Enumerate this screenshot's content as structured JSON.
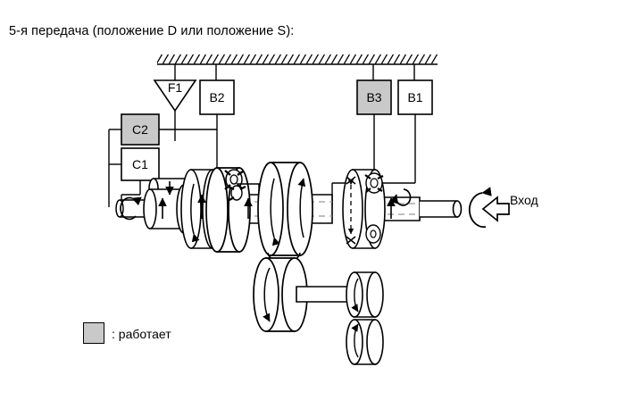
{
  "title": "5-я передача (положение D или положение S):",
  "legend": {
    "swatch_color": "#c9c9c9",
    "label": ": работает"
  },
  "input": {
    "label": "Вход",
    "arrow": "hollow-left-arrow",
    "rotation_marker": "curved-arrow"
  },
  "elements": {
    "f1": {
      "label": "F1",
      "shape": "triangle",
      "active": false,
      "fill": "#ffffff"
    },
    "b2": {
      "label": "B2",
      "shape": "box",
      "active": false,
      "fill": "#ffffff"
    },
    "b3": {
      "label": "B3",
      "shape": "box",
      "active": true,
      "fill": "#c9c9c9"
    },
    "b1": {
      "label": "B1",
      "shape": "box",
      "active": false,
      "fill": "#ffffff"
    },
    "c2": {
      "label": "C2",
      "shape": "box",
      "active": true,
      "fill": "#c9c9c9"
    },
    "c1": {
      "label": "C1",
      "shape": "box",
      "active": false,
      "fill": "#ffffff"
    }
  },
  "colors": {
    "stroke": "#000000",
    "active_fill": "#c9c9c9",
    "inactive_fill": "#ffffff",
    "background": "#ffffff"
  },
  "annotations": {
    "ground_hatching": "fixed-housing",
    "held_member_marker": "dashed-double-arrow-with-x",
    "rotation_arrows": "curved-direction-arrows"
  }
}
